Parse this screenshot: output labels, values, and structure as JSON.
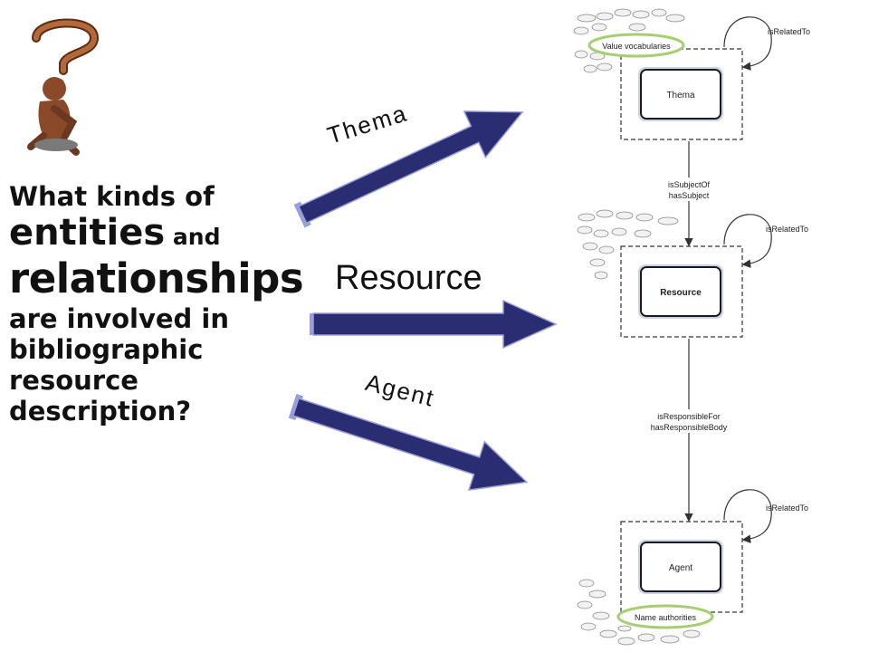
{
  "question": {
    "line1": "What kinds of",
    "line2_a": "entities",
    "line2_b": " and",
    "line3": "relationships",
    "line4": "are involved in",
    "line5": "bibliographic",
    "line6": "resource",
    "line7": "description?"
  },
  "arrows": {
    "thema": "Thema",
    "resource": "Resource",
    "agent": "Agent"
  },
  "diagram": {
    "thema_box": "Thema",
    "resource_box": "Resource",
    "agent_box": "Agent",
    "value_vocab": "Value vocabularies",
    "name_auth": "Name authorities",
    "rel_top": "isRelatedTo",
    "rel_mid": "isRelatedTo",
    "rel_bot": "isRelatedTo",
    "subject_1": "isSubjectOf",
    "subject_2": "hasSubject",
    "resp_1": "isResponsibleFor",
    "resp_2": "hasResponsibleBody"
  },
  "colors": {
    "arrow_fill": "#2b2d72",
    "arrow_edge": "#9a9ed8",
    "figure": "#8a4a2a",
    "highlight_ring": "#a6cf73"
  }
}
